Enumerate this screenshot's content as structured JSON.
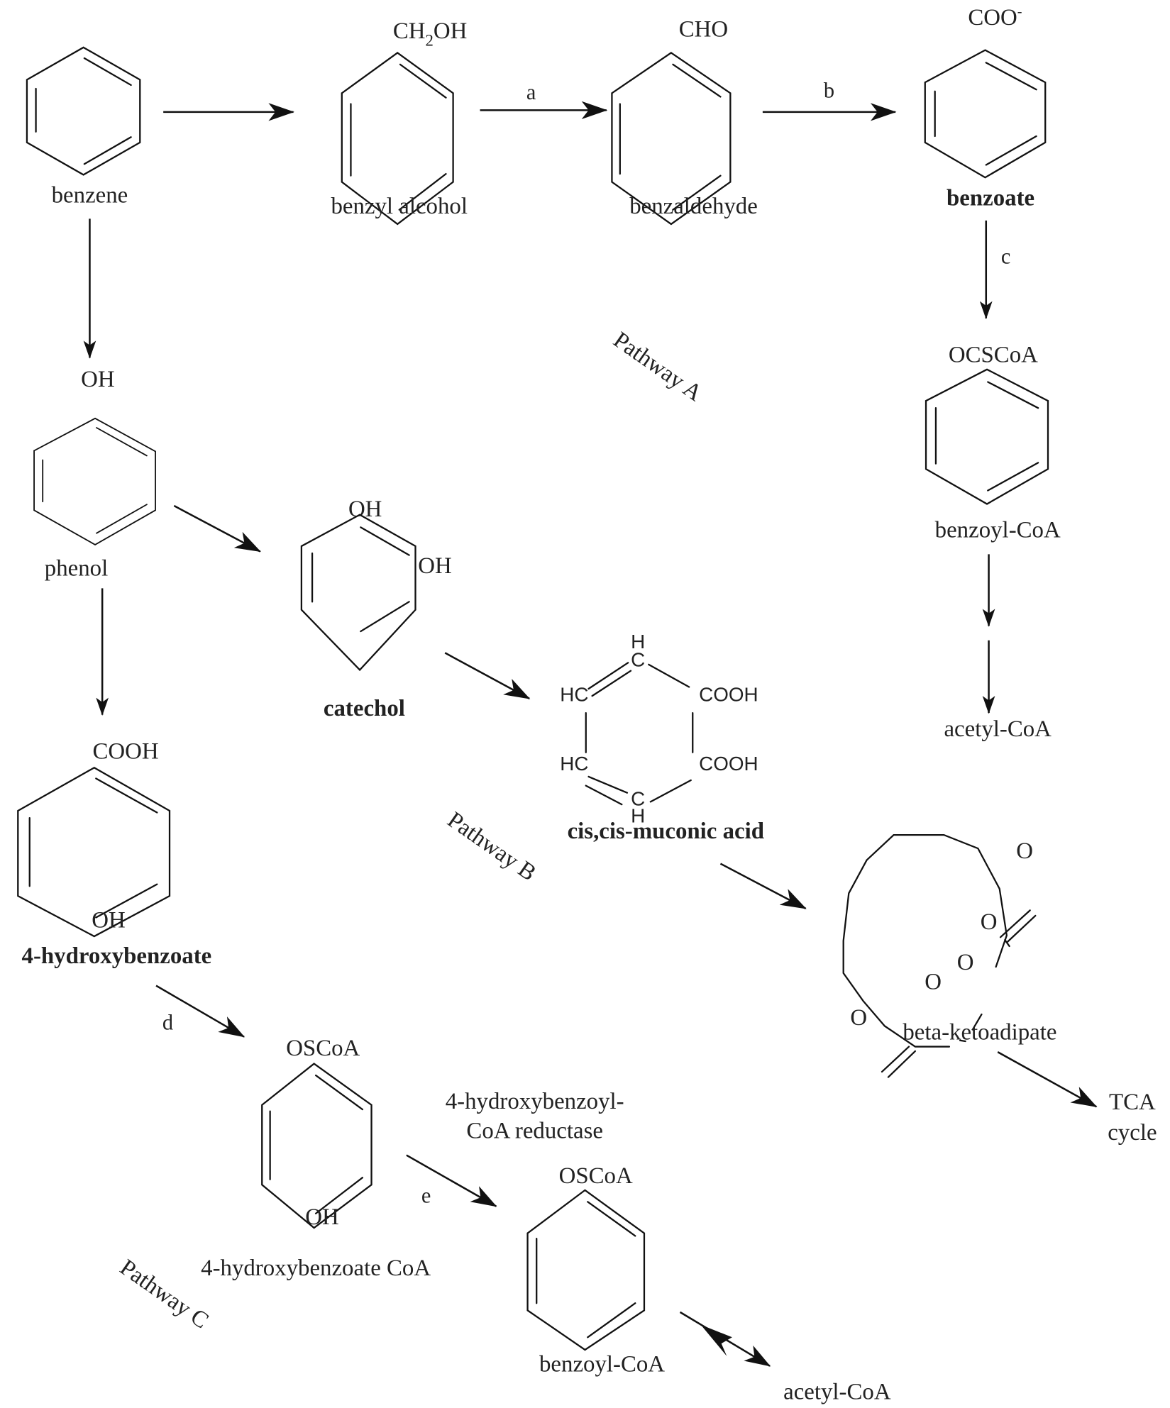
{
  "figure": {
    "title": "Aromatic degradation pathways (benzene, phenol, 4-hydroxybenzoate)",
    "compounds": {
      "benzene": {
        "name": "benzene"
      },
      "benzyl_alcohol": {
        "name": "benzyl alcohol",
        "substituent_main": "CH",
        "substituent_sub": "2",
        "substituent_tail": "OH"
      },
      "benzaldehyde": {
        "name": "benzaldehyde",
        "substituent": "CHO"
      },
      "benzoate": {
        "name": "benzoate",
        "substituent": "COO",
        "charge": "-"
      },
      "benzoyl_coa_a": {
        "name": "benzoyl-CoA",
        "substituent": "OCSCoA"
      },
      "acetyl_coa_a": {
        "name": "acetyl-CoA"
      },
      "phenol": {
        "name": "phenol",
        "substituent": "OH"
      },
      "catechol": {
        "name": "catechol",
        "substituent_1": "OH",
        "substituent_2": "OH"
      },
      "muconic": {
        "name": "cis,cis-muconic acid",
        "h_top": "H",
        "c_top": "C",
        "hc_upper": "HC",
        "hc_lower": "HC",
        "cooh_upper": "COOH",
        "cooh_lower": "COOH",
        "c_bottom": "C",
        "h_bottom": "H"
      },
      "ketoadipate": {
        "name": "beta-ketoadipate",
        "o_carbonyl_top": "O",
        "o_ring_1": "O",
        "o_ring_2": "O",
        "o_ring_3": "O",
        "o_carbonyl_bottom": "O"
      },
      "tca": {
        "line1": "TCA",
        "line2": "cycle"
      },
      "hydroxybenzoate": {
        "name": "4-hydroxybenzoate",
        "substituent_top": "COOH",
        "substituent_bottom": "OH"
      },
      "hydroxybenzoate_coa": {
        "name": "4-hydroxybenzoate CoA",
        "substituent_top": "OSCoA",
        "substituent_bottom": "OH"
      },
      "benzoyl_coa_c": {
        "name": "benzoyl-CoA",
        "substituent": "OSCoA"
      },
      "acetyl_coa_c": {
        "name": "acetyl-CoA"
      }
    },
    "steps": {
      "a": "a",
      "b": "b",
      "c": "c",
      "d": "d",
      "e": "e"
    },
    "enzyme": {
      "line1": "4-hydroxybenzoyl-",
      "line2": "CoA reductase"
    },
    "pathways": {
      "A": "Pathway A",
      "B": "Pathway B",
      "C": "Pathway C"
    }
  }
}
